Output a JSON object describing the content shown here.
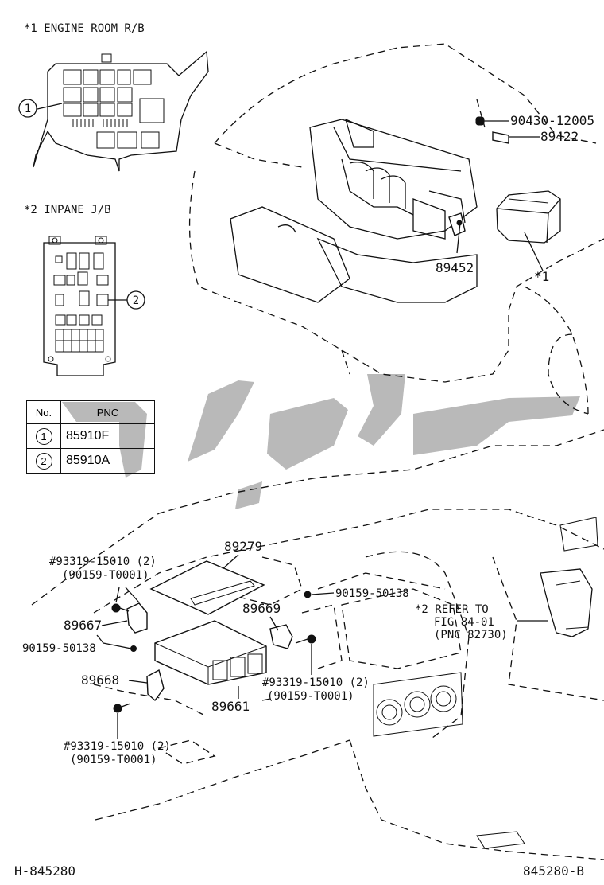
{
  "diagram": {
    "notes": {
      "engine_room_caption": "*1 ENGINE ROOM R/B",
      "inpane_caption": "*2 INPANE J/B",
      "star1": "*1",
      "refer_line1": "*2 REFER TO",
      "refer_line2": "FIG 84-01",
      "refer_line3": "(PNC 82730)"
    },
    "callouts": {
      "c1": "1",
      "c2": "2"
    },
    "parts": {
      "p90430": "90430-12005",
      "p89422": "89422",
      "p89452": "89452",
      "p89279": "89279",
      "p93319_a": "#93319-15010 (2)",
      "p90159_a": "(90159-T0001)",
      "p89667": "89667",
      "p90159_50138_left": "90159-50138",
      "p89669": "89669",
      "p90159_50138_right": "90159-50138",
      "p89668": "89668",
      "p93319_b": "#93319-15010 (2)",
      "p90159_b": "(90159-T0001)",
      "p89661": "89661",
      "p93319_c": "#93319-15010 (2)",
      "p90159_c": "(90159-T0001)"
    },
    "footer": {
      "left_code": "H-845280",
      "right_code": "845280-B"
    }
  },
  "table": {
    "headers": [
      "No.",
      "PNC"
    ],
    "rows": [
      {
        "no": "1",
        "pnc": "85910F"
      },
      {
        "no": "2",
        "pnc": "85910A"
      }
    ]
  },
  "colors": {
    "ink": "#111111",
    "watermark": "#b9b9b9"
  }
}
